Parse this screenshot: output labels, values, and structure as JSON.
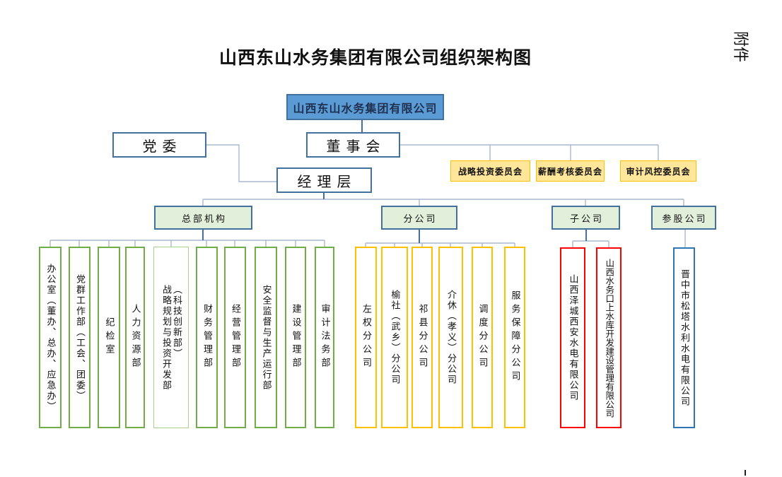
{
  "page": {
    "title": "山西东山水务集团有限公司组织架构图",
    "corner_note": "附件"
  },
  "root": {
    "label": "山西东山水务集团有限公司"
  },
  "level2": {
    "party": "党委",
    "board": "董事会",
    "management": "经理层"
  },
  "committees": [
    "战略投资委员会",
    "薪酬考核委员会",
    "审计风控委员会"
  ],
  "groups": [
    {
      "label": "总部机构",
      "children": [
        "办公室（董办、总办、应急办）",
        "党群工作部（工会、团委）",
        "纪检室",
        "人力资源部",
        "战略规划与投资开发部\n（科技创新部）",
        "财务管理部",
        "经营管理部",
        "安全监督与生产运行部",
        "建设管理部",
        "审计法务部"
      ]
    },
    {
      "label": "分公司",
      "children": [
        "左权分公司",
        "榆社（武乡）分公司",
        "祁县分公司",
        "介休（孝义）分公司",
        "调度分公司",
        "服务保障分公司"
      ]
    },
    {
      "label": "子公司",
      "children": [
        "山西泽城西安水电有限公司",
        "山西水务口上水库开发建设管理有限公司"
      ]
    },
    {
      "label": "参股公司",
      "children": [
        "晋中市松塔水利水电有限公司"
      ]
    }
  ],
  "colors": {
    "root_fill": "#5B9BD5",
    "box_border_blue": "#41719C",
    "committee_fill": "#FFE699",
    "committee_border": "#FFC000",
    "group_header_fill": "#E2EFDA",
    "dept_border_green": "#70AD47",
    "dept_border_green_light": "#A9D18E",
    "branch_border_yellow": "#FFC000",
    "subsidiary_border_red": "#FF0000",
    "shareholding_border_blue": "#2E75B6",
    "connector_light": "#A8B9D0",
    "connector_dark": "#44709E"
  }
}
